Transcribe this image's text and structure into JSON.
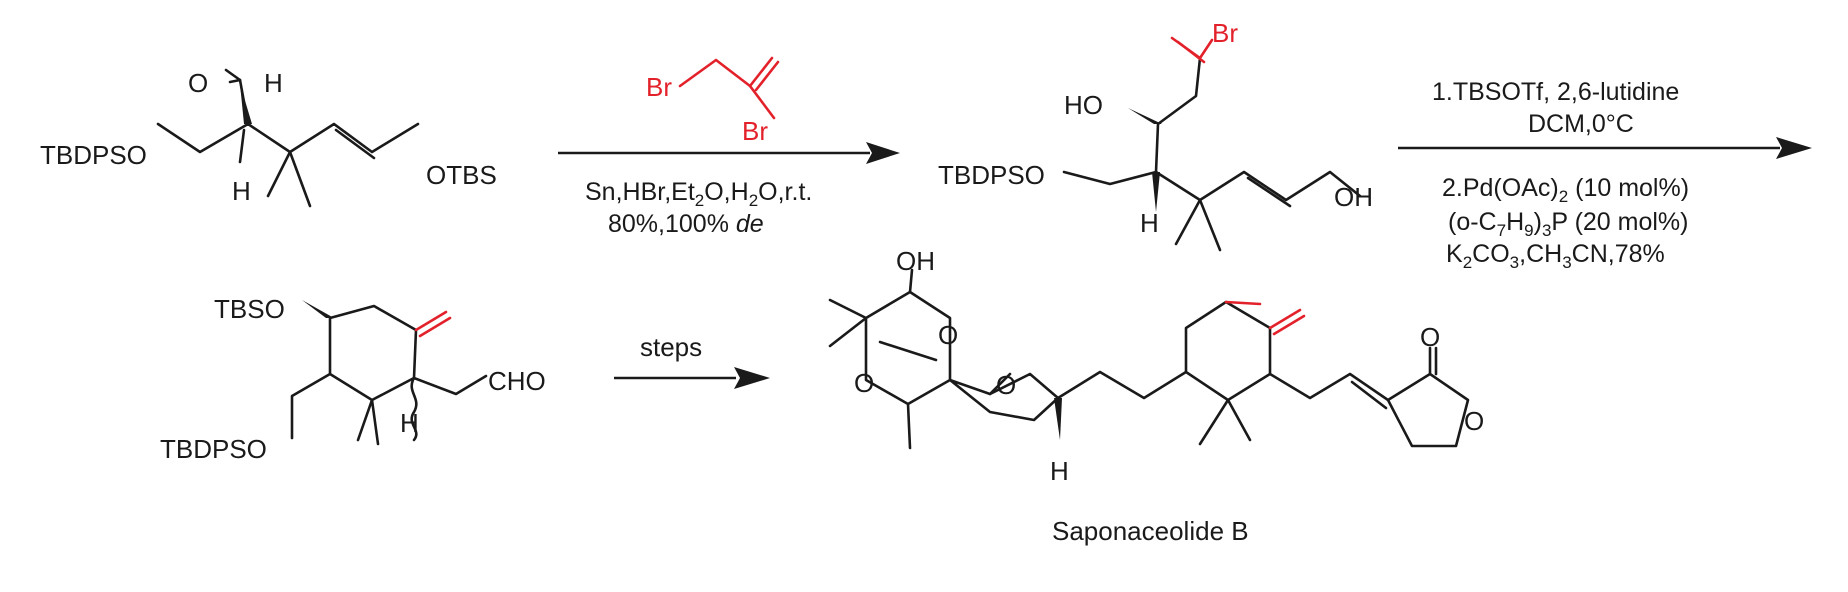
{
  "colors": {
    "ink": "#1a1a1a",
    "highlight": "#e3212a"
  },
  "scheme": {
    "sm": {
      "tbdpso": "TBDPSO",
      "o": "O",
      "h_ald": "H",
      "h": "H",
      "otbs": "OTBS"
    },
    "reagent1": {
      "br_a": "Br",
      "br_b": "Br"
    },
    "cond1": {
      "line1": [
        "Sn,HBr,Et",
        "2",
        "O,H",
        "2",
        "O,r.t."
      ],
      "line2": [
        "80%,100% ",
        "de"
      ]
    },
    "int1": {
      "br": "Br",
      "ho": "HO",
      "tbdpso": "TBDPSO",
      "h": "H",
      "oh": "OH"
    },
    "cond2": {
      "line1": "1.TBSOTf, 2,6-lutidine",
      "line2": "DCM,0°C",
      "line3": [
        "2.Pd(OAc)",
        "2",
        " (10 mol%)"
      ],
      "line4": [
        "(o-C",
        "7",
        "H",
        "9",
        ")",
        "3",
        "P (20 mol%)"
      ],
      "line5": [
        "K",
        "2",
        "CO",
        "3",
        ",CH",
        "3",
        "CN,78%"
      ]
    },
    "int2": {
      "tbso": "TBSO",
      "cho": "CHO",
      "tbdpso": "TBDPSO",
      "h": "H"
    },
    "cond3": {
      "label": "steps"
    },
    "product": {
      "oh": "OH",
      "o_top": "O",
      "o_left": "O",
      "o_pyran": "O",
      "h": "H",
      "o_carbonyl": "O",
      "o_lactone": "O",
      "name": "Saponaceolide B"
    }
  }
}
